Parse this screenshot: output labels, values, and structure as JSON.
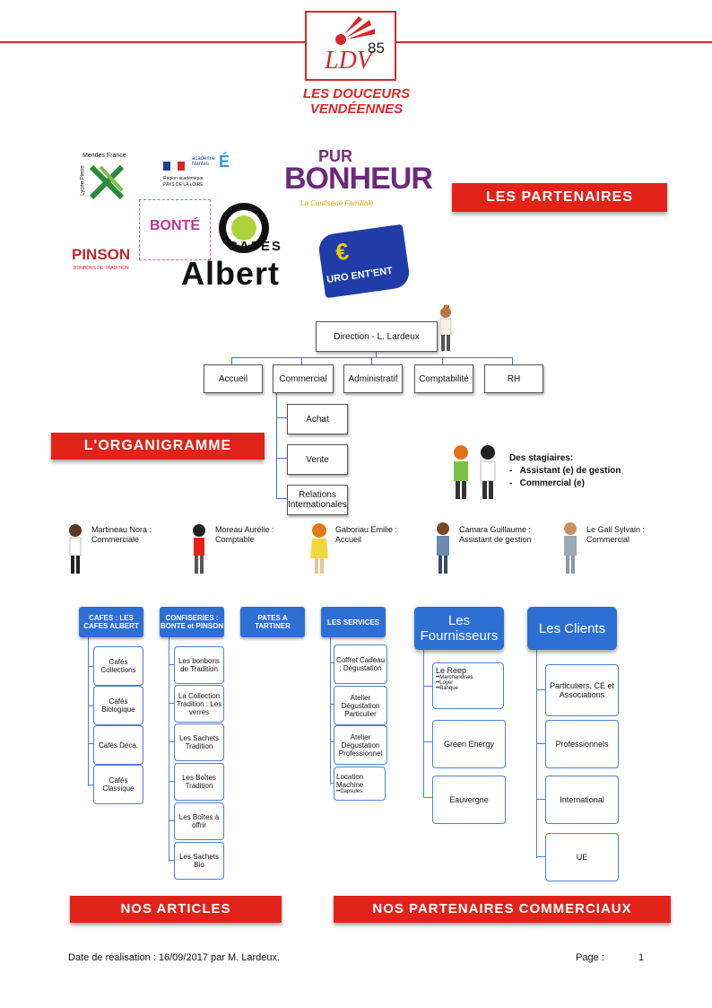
{
  "header": {
    "logo_text": "LDV",
    "logo_number": "85",
    "tagline": "LES DOUCEURS VENDÉENNES"
  },
  "partner_logos": {
    "mendes": [
      "Mendes France",
      "Lycée Pierre"
    ],
    "academie": [
      "Région académique",
      "PAYS DE LA LOIRE"
    ],
    "academie_small": "académie Nantes",
    "pur_bonheur": [
      "PUR",
      "BONHEUR",
      "La Confiserie Familiale"
    ],
    "bonte": "BONTÉ",
    "pinson": [
      "PINSON",
      "BONBONS DE TRADITION"
    ],
    "cafes_albert": [
      "CAFÉS",
      "Albert"
    ],
    "euro_entent": "URO ENT'ENT"
  },
  "banners": {
    "partenaires": "LES PARTENAIRES",
    "organigramme": "L'ORGANIGRAMME",
    "articles": "NOS ARTICLES",
    "partenaires_commerciaux": "NOS PARTENAIRES COMMERCIAUX"
  },
  "org": {
    "direction": "Direction - L. Lardeux",
    "departments": [
      "Accueil",
      "Commercial",
      "Administratif",
      "Comptabilité",
      "RH"
    ],
    "commercial_sub": [
      "Achat",
      "Vente",
      "Relations Internationales"
    ]
  },
  "stagiaires": {
    "title": "Des stagiaires:",
    "items": [
      "Assistant (e) de gestion",
      "Commercial (e)"
    ]
  },
  "staff": [
    {
      "name": "Martineau Nora :",
      "role": "Commerciale"
    },
    {
      "name": "Moreau Aurélie :",
      "role": "Comptable"
    },
    {
      "name": "Gaboriau Emilie :",
      "role": "Accueil"
    },
    {
      "name": "Camara Guillaume :",
      "role": "Assistant de gestion"
    },
    {
      "name": "Le Gall Sylvain :",
      "role": "Commercial"
    }
  ],
  "articles": {
    "cafes": {
      "title": "CAFES : LES CAFES ALBERT",
      "items": [
        "Cafés Collections",
        "Cafés Biologique",
        "Cafés Déca.",
        "Cafés Classique"
      ]
    },
    "confiseries": {
      "title": "CONFISERIES : BONTE et PINSON",
      "items": [
        "Les bonbons de Tradition",
        "La Collection Tradition : Les verres",
        "Les Sachets Tradition",
        "Les Boîtes Tradition",
        "Les Boîtes à offrir",
        "Les Sachets Bio"
      ]
    },
    "pates": {
      "title": "PATES A TARTINER"
    },
    "services": {
      "title": "LES SERVICES",
      "items": [
        "Coffret Cadeau : Dégustation",
        "Atelier Dégustation Particulier",
        "Atelier Dégustation Professionnel",
        "Location Machine"
      ],
      "location_sub": "••Capsules"
    }
  },
  "fournisseurs": {
    "title": "Les Fournisseurs",
    "leep": {
      "name": "Le Reep",
      "items": [
        "••Marchandises",
        "••Loyer",
        "••Banque"
      ]
    },
    "items": [
      "Green Energy",
      "Eauvergne"
    ]
  },
  "clients": {
    "title": "Les Clients",
    "items": [
      "Particuliers, CE et Associations",
      "Professionnels",
      "International",
      "UE"
    ]
  },
  "footer": {
    "date": "Date de réalisation : 16/09/2017 par M. Lardeux.",
    "page_label": "Page :",
    "page_number": "1"
  }
}
